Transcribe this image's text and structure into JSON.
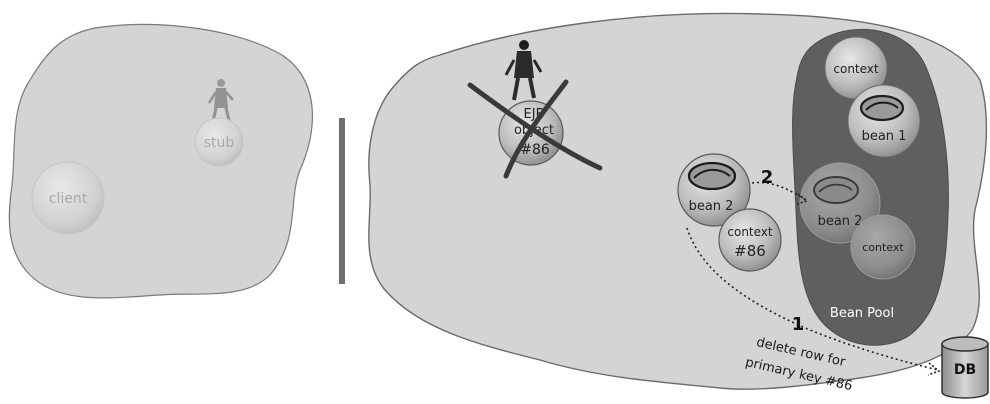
{
  "client_side": {
    "client_label": "client",
    "stub_label": "stub"
  },
  "server_side": {
    "ejb_object_lines": [
      "EJB",
      "object",
      "#86"
    ],
    "bean2_label": "bean 2",
    "context86_lines": [
      "context",
      "#86"
    ],
    "step2_label": "2",
    "step1_label": "1",
    "delete_note_lines": [
      "delete row for",
      "primary key #86"
    ]
  },
  "bean_pool": {
    "title": "Bean Pool",
    "context_top_label": "context",
    "bean1_label": "bean 1",
    "bean2_label": "bean 2",
    "context_bottom_label": "context"
  },
  "db": {
    "label": "DB"
  }
}
